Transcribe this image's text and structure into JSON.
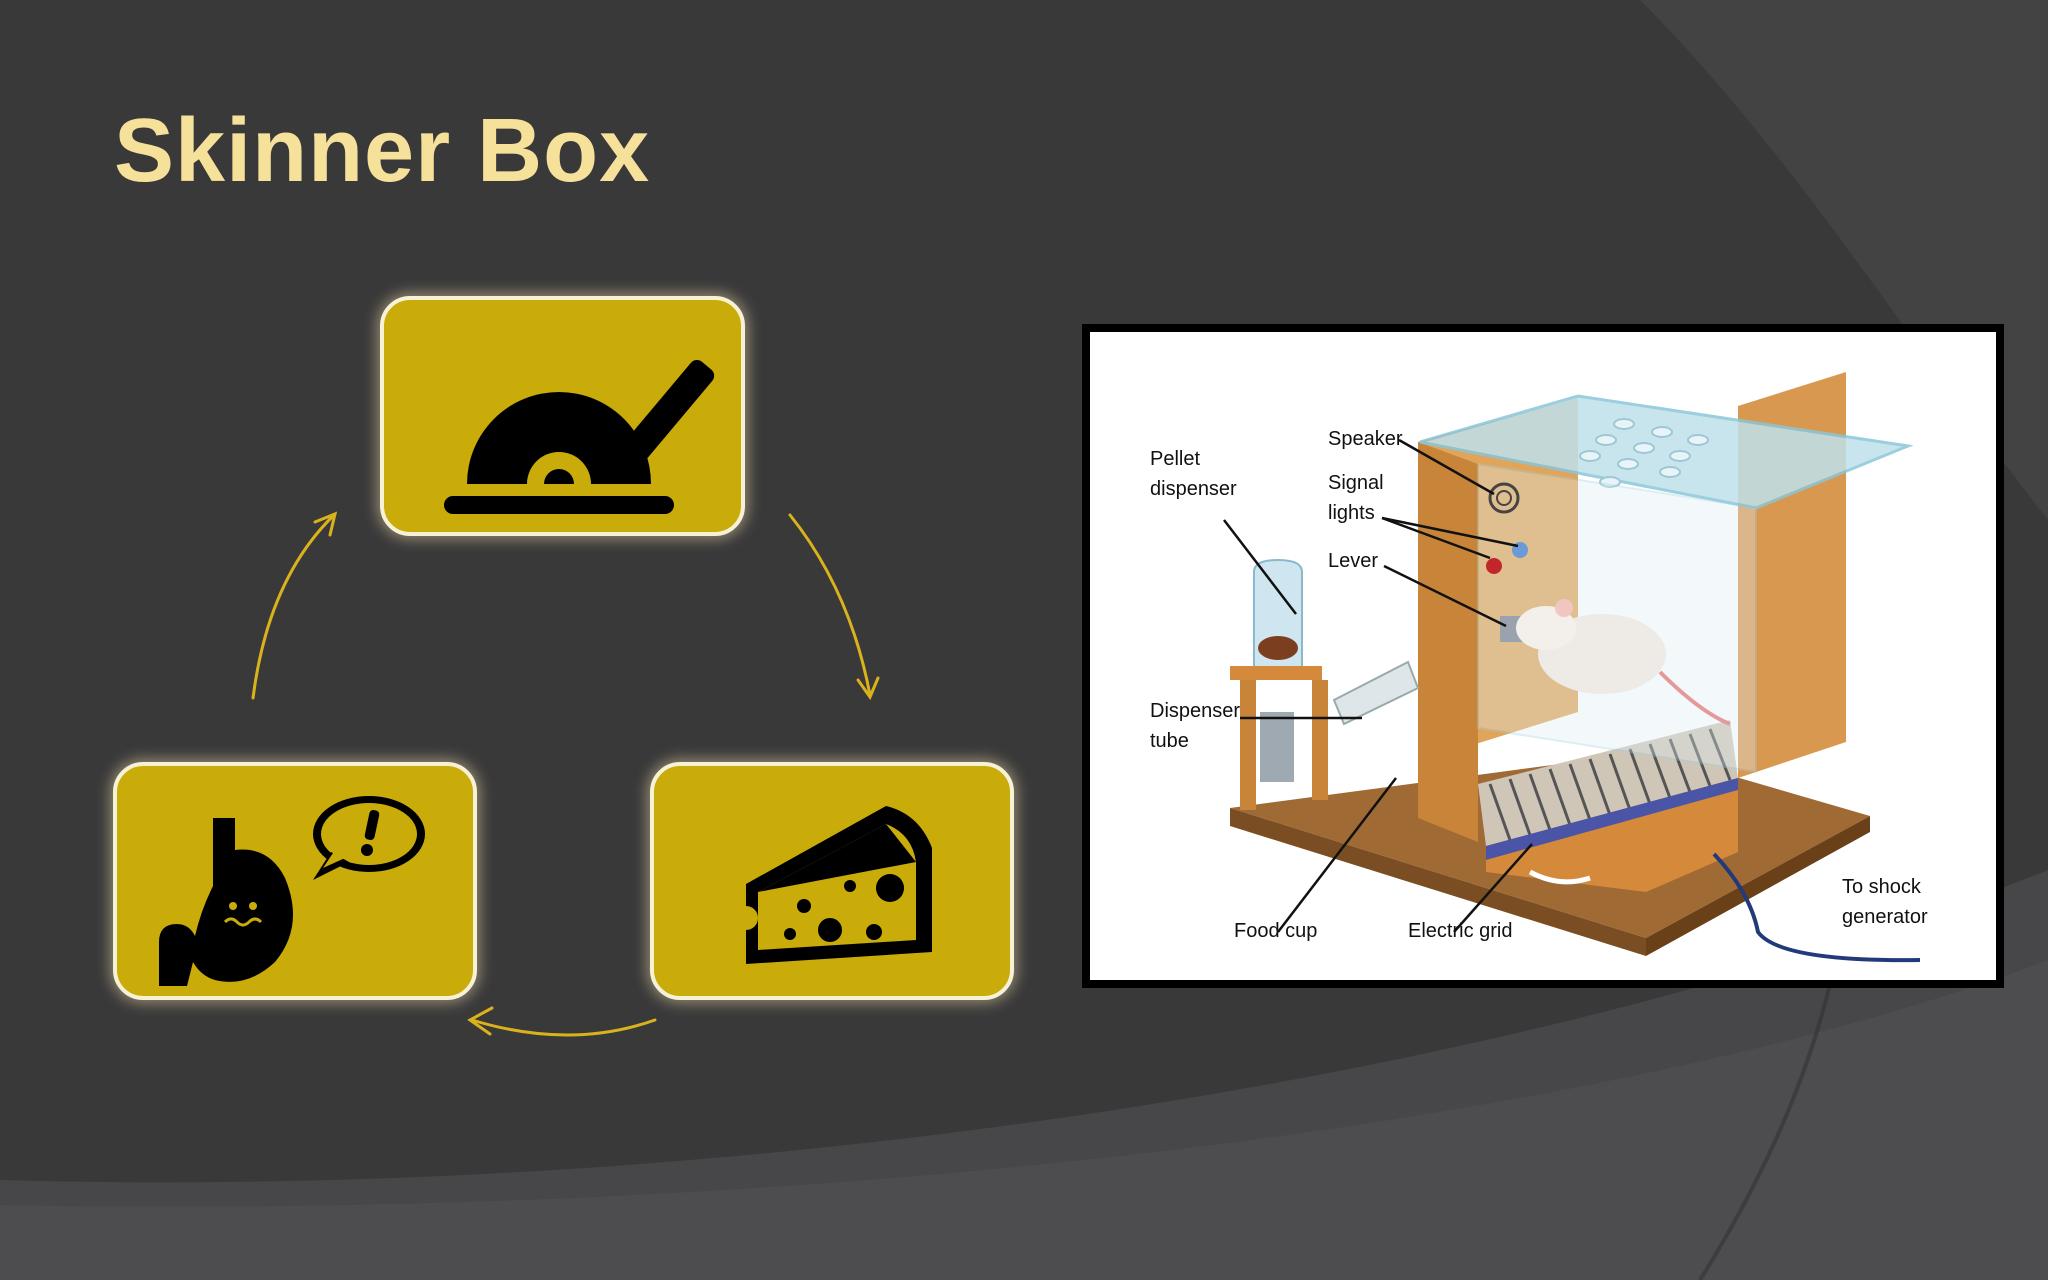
{
  "slide": {
    "title": "Skinner Box",
    "colors": {
      "background": "#3a393a",
      "title": "#f6e19a",
      "tile": "#c9ab0a",
      "tile_border": "#f7f2d6",
      "arrow": "#d9b21c"
    }
  },
  "cycle": {
    "steps": [
      {
        "icon": "lever-icon"
      },
      {
        "icon": "cheese-icon"
      },
      {
        "icon": "hungry-stomach-icon"
      }
    ]
  },
  "diagram": {
    "labels": {
      "pellet_dispenser": "Pellet\ndispenser",
      "speaker": "Speaker",
      "signal_lights": "Signal\nlights",
      "lever": "Lever",
      "dispenser_tube": "Dispenser\ntube",
      "food_cup": "Food cup",
      "electric_grid": "Electric grid",
      "to_shock_generator": "To shock\ngenerator"
    }
  }
}
